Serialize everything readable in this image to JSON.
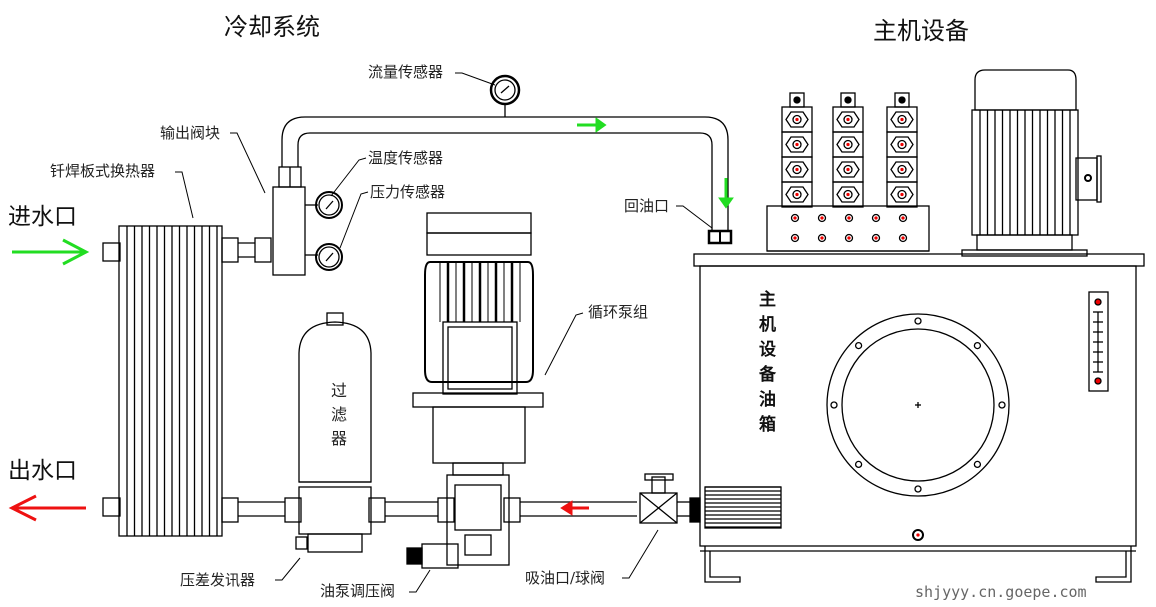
{
  "titles": {
    "cooling_system": "冷却系统",
    "main_equipment": "主机设备"
  },
  "ports": {
    "water_in": "进水口",
    "water_out": "出水口"
  },
  "labels": {
    "flow_sensor": "流量传感器",
    "output_valve_block": "输出阀块",
    "heat_exchanger": "钎焊板式换热器",
    "temp_sensor": "温度传感器",
    "pressure_sensor": "压力传感器",
    "return_port": "回油口",
    "pump_group": "循环泵组",
    "filter": "过滤器",
    "diff_pressure_switch": "压差发讯器",
    "pump_relief_valve": "油泵调压阀",
    "suction_ball_valve": "吸油口/球阀",
    "tank": "主机设备油箱"
  },
  "flow_arrows": {
    "inlet_color": "#22dd22",
    "outlet_color": "#ee1111",
    "pipe_flow_color": "#22dd22",
    "suction_flow_color": "#ee1111"
  },
  "watermark": "shjyyy.cn.goepe.com"
}
